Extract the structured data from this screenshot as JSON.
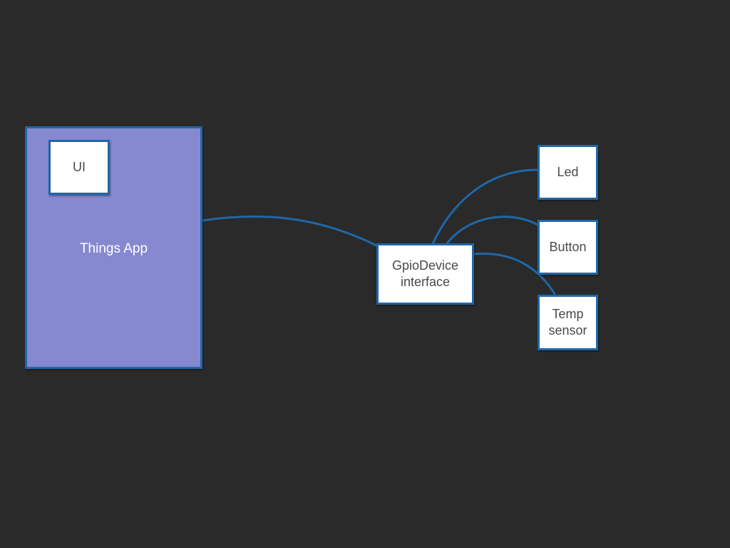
{
  "diagram": {
    "app": {
      "label": "Things App",
      "fill_color": "#8688d0"
    },
    "ui": {
      "label": "UI"
    },
    "gpio": {
      "label": "GpioDevice\ninterface"
    },
    "devices": {
      "led": {
        "label": "Led"
      },
      "button": {
        "label": "Button"
      },
      "temp": {
        "label": "Temp\nsensor"
      }
    },
    "colors": {
      "background": "#2a2a2a",
      "connector": "#1f67a8",
      "node_fill": "#ffffff",
      "node_text": "#4a4a4a"
    },
    "connections": [
      {
        "from": "Things App",
        "to": "GpioDevice interface"
      },
      {
        "from": "GpioDevice interface",
        "to": "Led"
      },
      {
        "from": "GpioDevice interface",
        "to": "Button"
      },
      {
        "from": "GpioDevice interface",
        "to": "Temp sensor"
      }
    ]
  }
}
